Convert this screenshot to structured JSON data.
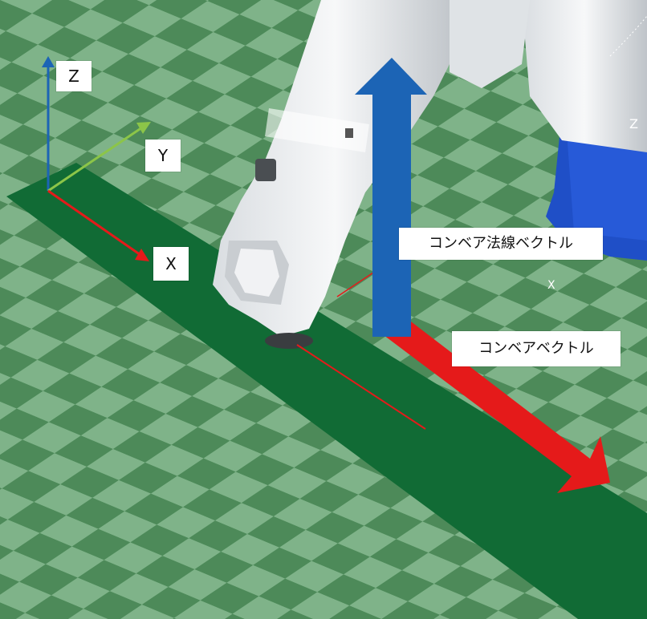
{
  "axes": {
    "z_label": "Z",
    "y_label": "Y",
    "x_label": "X"
  },
  "vectors": {
    "conveyor_normal_label": "コンベア法線ベクトル",
    "conveyor_vector_label": "コンベアベクトル"
  },
  "icons": {
    "z_axis": "blue-arrow-icon",
    "y_axis": "green-arrow-icon",
    "x_axis": "red-arrow-icon",
    "normal_vector": "big-blue-arrow-icon",
    "conveyor_vector": "big-red-arrow-icon"
  },
  "colors": {
    "floor_light": "#7fb389",
    "floor_dark": "#4d8a59",
    "conveyor": "#116b35",
    "robot_white": "#eef0f2",
    "robot_blue": "#1f4fc7",
    "normal_arrow": "#1c64b5",
    "conveyor_arrow": "#e51a1a"
  }
}
